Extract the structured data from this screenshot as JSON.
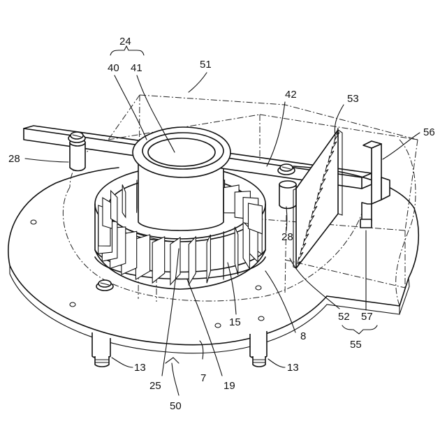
{
  "figure": {
    "labels": {
      "l24": "24",
      "l40": "40",
      "l41": "41",
      "l51": "51",
      "l42": "42",
      "l53": "53",
      "l56": "56",
      "l28a": "28",
      "l28b": "28",
      "l15": "15",
      "l8": "8",
      "l52": "52",
      "l57": "57",
      "l55": "55",
      "l13a": "13",
      "l13b": "13",
      "l25": "25",
      "l7": "7",
      "l19": "19",
      "l50": "50"
    }
  }
}
